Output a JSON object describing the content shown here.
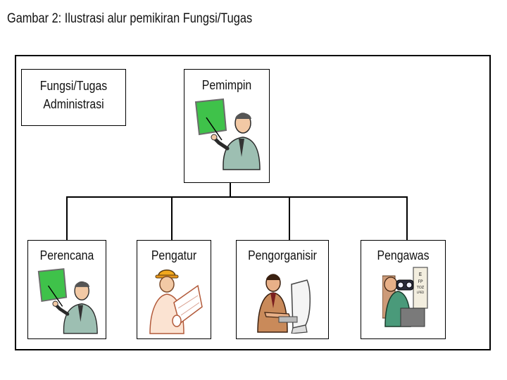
{
  "caption": "Gambar 2: Ilustrasi alur pemikiran Fungsi/Tugas",
  "legend_box": {
    "line1": "Fungsi/Tugas",
    "line2": "Administrasi"
  },
  "top": {
    "label": "Pemimpin",
    "icon": "teacher-pointing-board-icon"
  },
  "children": [
    {
      "label": "Perencana",
      "icon": "teacher-pointing-board-icon"
    },
    {
      "label": "Pengatur",
      "icon": "engineer-blueprint-icon"
    },
    {
      "label": "Pengorganisir",
      "icon": "office-worker-computer-icon"
    },
    {
      "label": "Pengawas",
      "icon": "inspector-binoculars-icon"
    }
  ],
  "colors": {
    "board": "#3fc24a",
    "skin": "#f2c9a5",
    "suit": "#9dbfb2",
    "line": "#000000"
  }
}
